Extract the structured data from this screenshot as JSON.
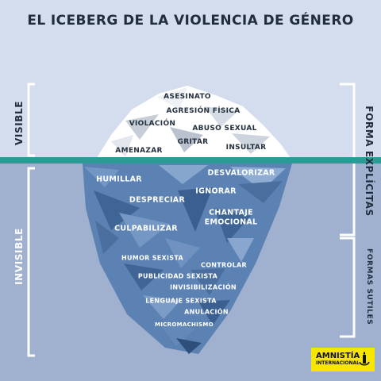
{
  "title": "EL ICEBERG DE LA VIOLENCIA DE GÉNERO",
  "left_labels": {
    "visible": "VISIBLE",
    "invisible": "INVISIBLE"
  },
  "right_labels": {
    "explicit": "FORMA EXPLÍCITAS",
    "subtle": "FORMAS SUTILES"
  },
  "visible_items": [
    "ASESINATO",
    "AGRESIÓN FÍSICA",
    "VIOLACIÓN",
    "ABUSO SEXUAL",
    "GRITAR",
    "AMENAZAR",
    "INSULTAR"
  ],
  "explicit_hidden_items": [
    "HUMILLAR",
    "DESVALORIZAR",
    "DESPRECIAR",
    "IGNORAR",
    "CHANTAJE",
    "EMOCIONAL",
    "CULPABILIZAR"
  ],
  "subtle_items": [
    "HUMOR SEXISTA",
    "CONTROLAR",
    "PUBLICIDAD SEXISTA",
    "INVISIBILIZACIÓN",
    "LENGUAJE SEXISTA",
    "ANULACIÓN",
    "MICROMACHISMO"
  ],
  "logo": {
    "line1": "AMNISTÍA",
    "line2": "INTERNACIONAL",
    "color": "#f7e600"
  },
  "colors": {
    "water_line": "#2c9a95",
    "sky": "#d3dded",
    "sea": "#9fb1ce",
    "ice_visible": "#ffffff",
    "ice_submerged": "#5b82b3"
  }
}
